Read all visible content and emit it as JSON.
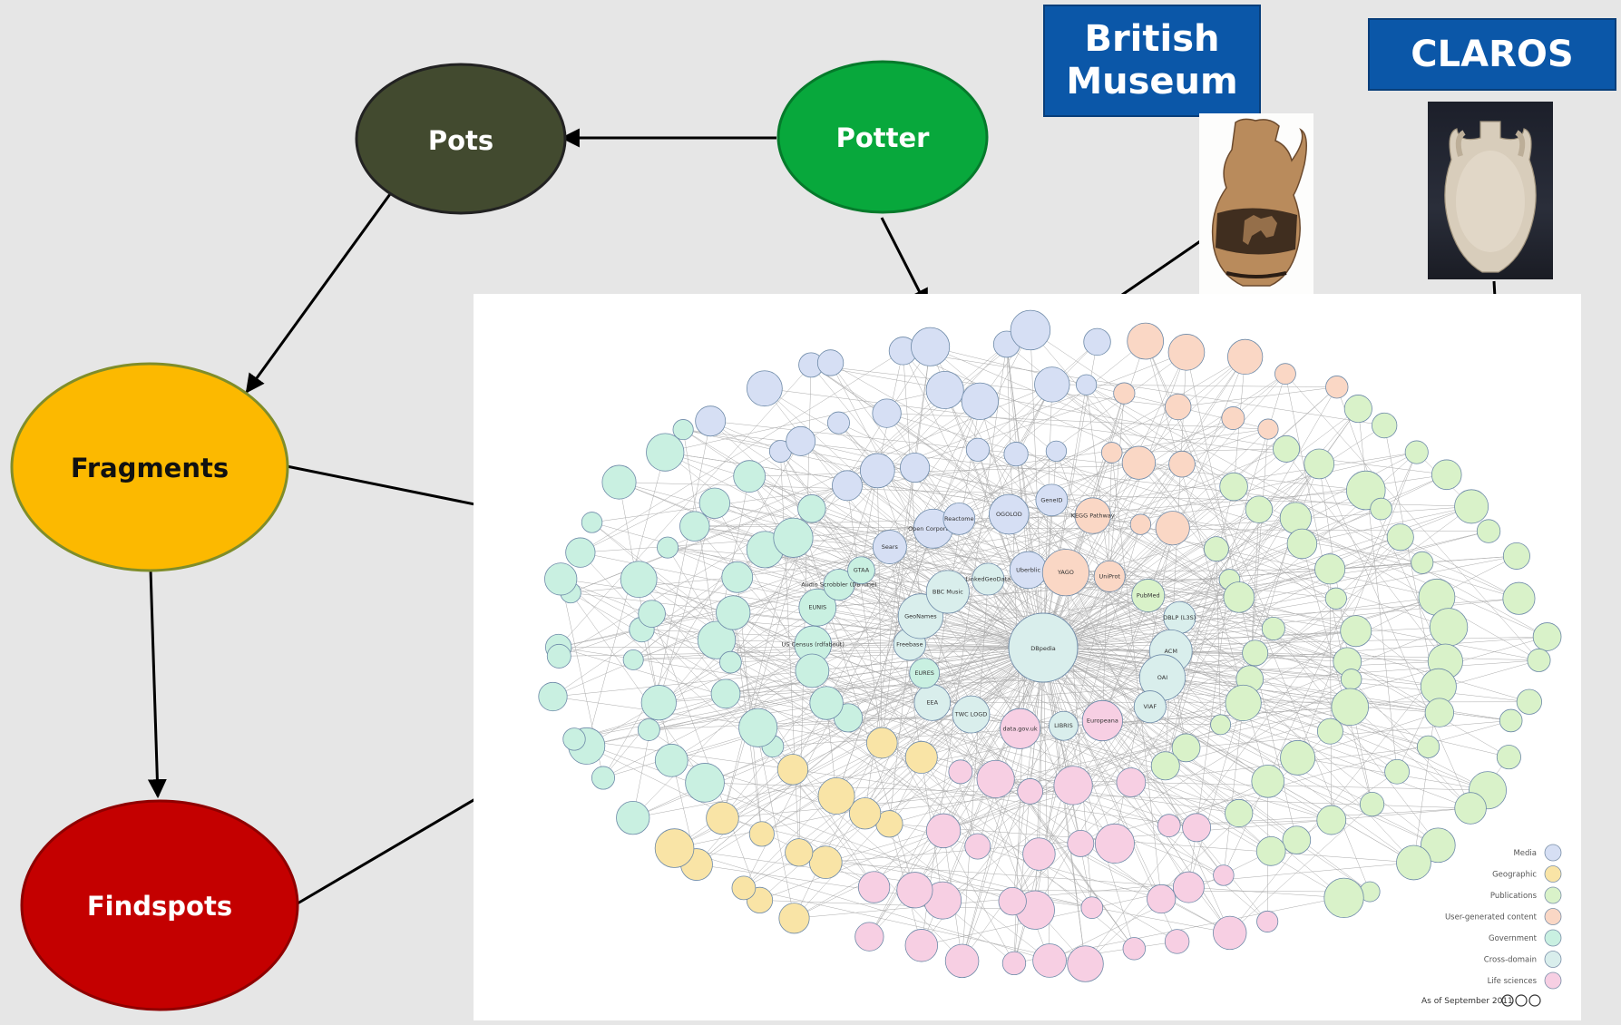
{
  "nodes": {
    "pots": "Pots",
    "potter": "Potter",
    "fragments": "Fragments",
    "findspots": "Findspots"
  },
  "banners": {
    "british_museum_line1": "British",
    "british_museum_line2": "Museum",
    "claros": "CLAROS"
  },
  "colors": {
    "pots": "#424a2f",
    "potter": "#08a83c",
    "fragments": "#fcb900",
    "findspots": "#c40000",
    "banner": "#0b57a8",
    "media": "#d6dff4",
    "geographic": "#f9e4a6",
    "publications": "#d9f2c9",
    "user_generated": "#fad7c5",
    "government": "#c9f0e1",
    "cross_domain": "#d9eeec",
    "life_sciences": "#f7cfe3"
  },
  "lod_cloud": {
    "legend": [
      {
        "label": "Media",
        "color": "#d6dff4"
      },
      {
        "label": "Geographic",
        "color": "#f9e4a6"
      },
      {
        "label": "Publications",
        "color": "#d9f2c9"
      },
      {
        "label": "User-generated content",
        "color": "#fad7c5"
      },
      {
        "label": "Government",
        "color": "#c9f0e1"
      },
      {
        "label": "Cross-domain",
        "color": "#d9eeec"
      },
      {
        "label": "Life sciences",
        "color": "#f7cfe3"
      }
    ],
    "as_of": "As of September 2011",
    "center_label": "DBpedia",
    "sample_labels": [
      "Freebase",
      "GeoNames",
      "BBC Music",
      "LinkedGeoData",
      "Uberblic",
      "YAGO",
      "UniProt",
      "PubMed",
      "DBLP (L3S)",
      "ACM",
      "OAI",
      "VIAF",
      "Europeana",
      "LIBRIS",
      "data.gov.uk",
      "TWC LOGD",
      "EEA",
      "EURES",
      "US Census (rdfabout)",
      "EUNIS",
      "Audio Scrobbler (DBTune)",
      "GTAA",
      "Sears",
      "Open Corporates",
      "Reactome",
      "OGOLOD",
      "GeneID",
      "KEGG Pathway"
    ]
  }
}
